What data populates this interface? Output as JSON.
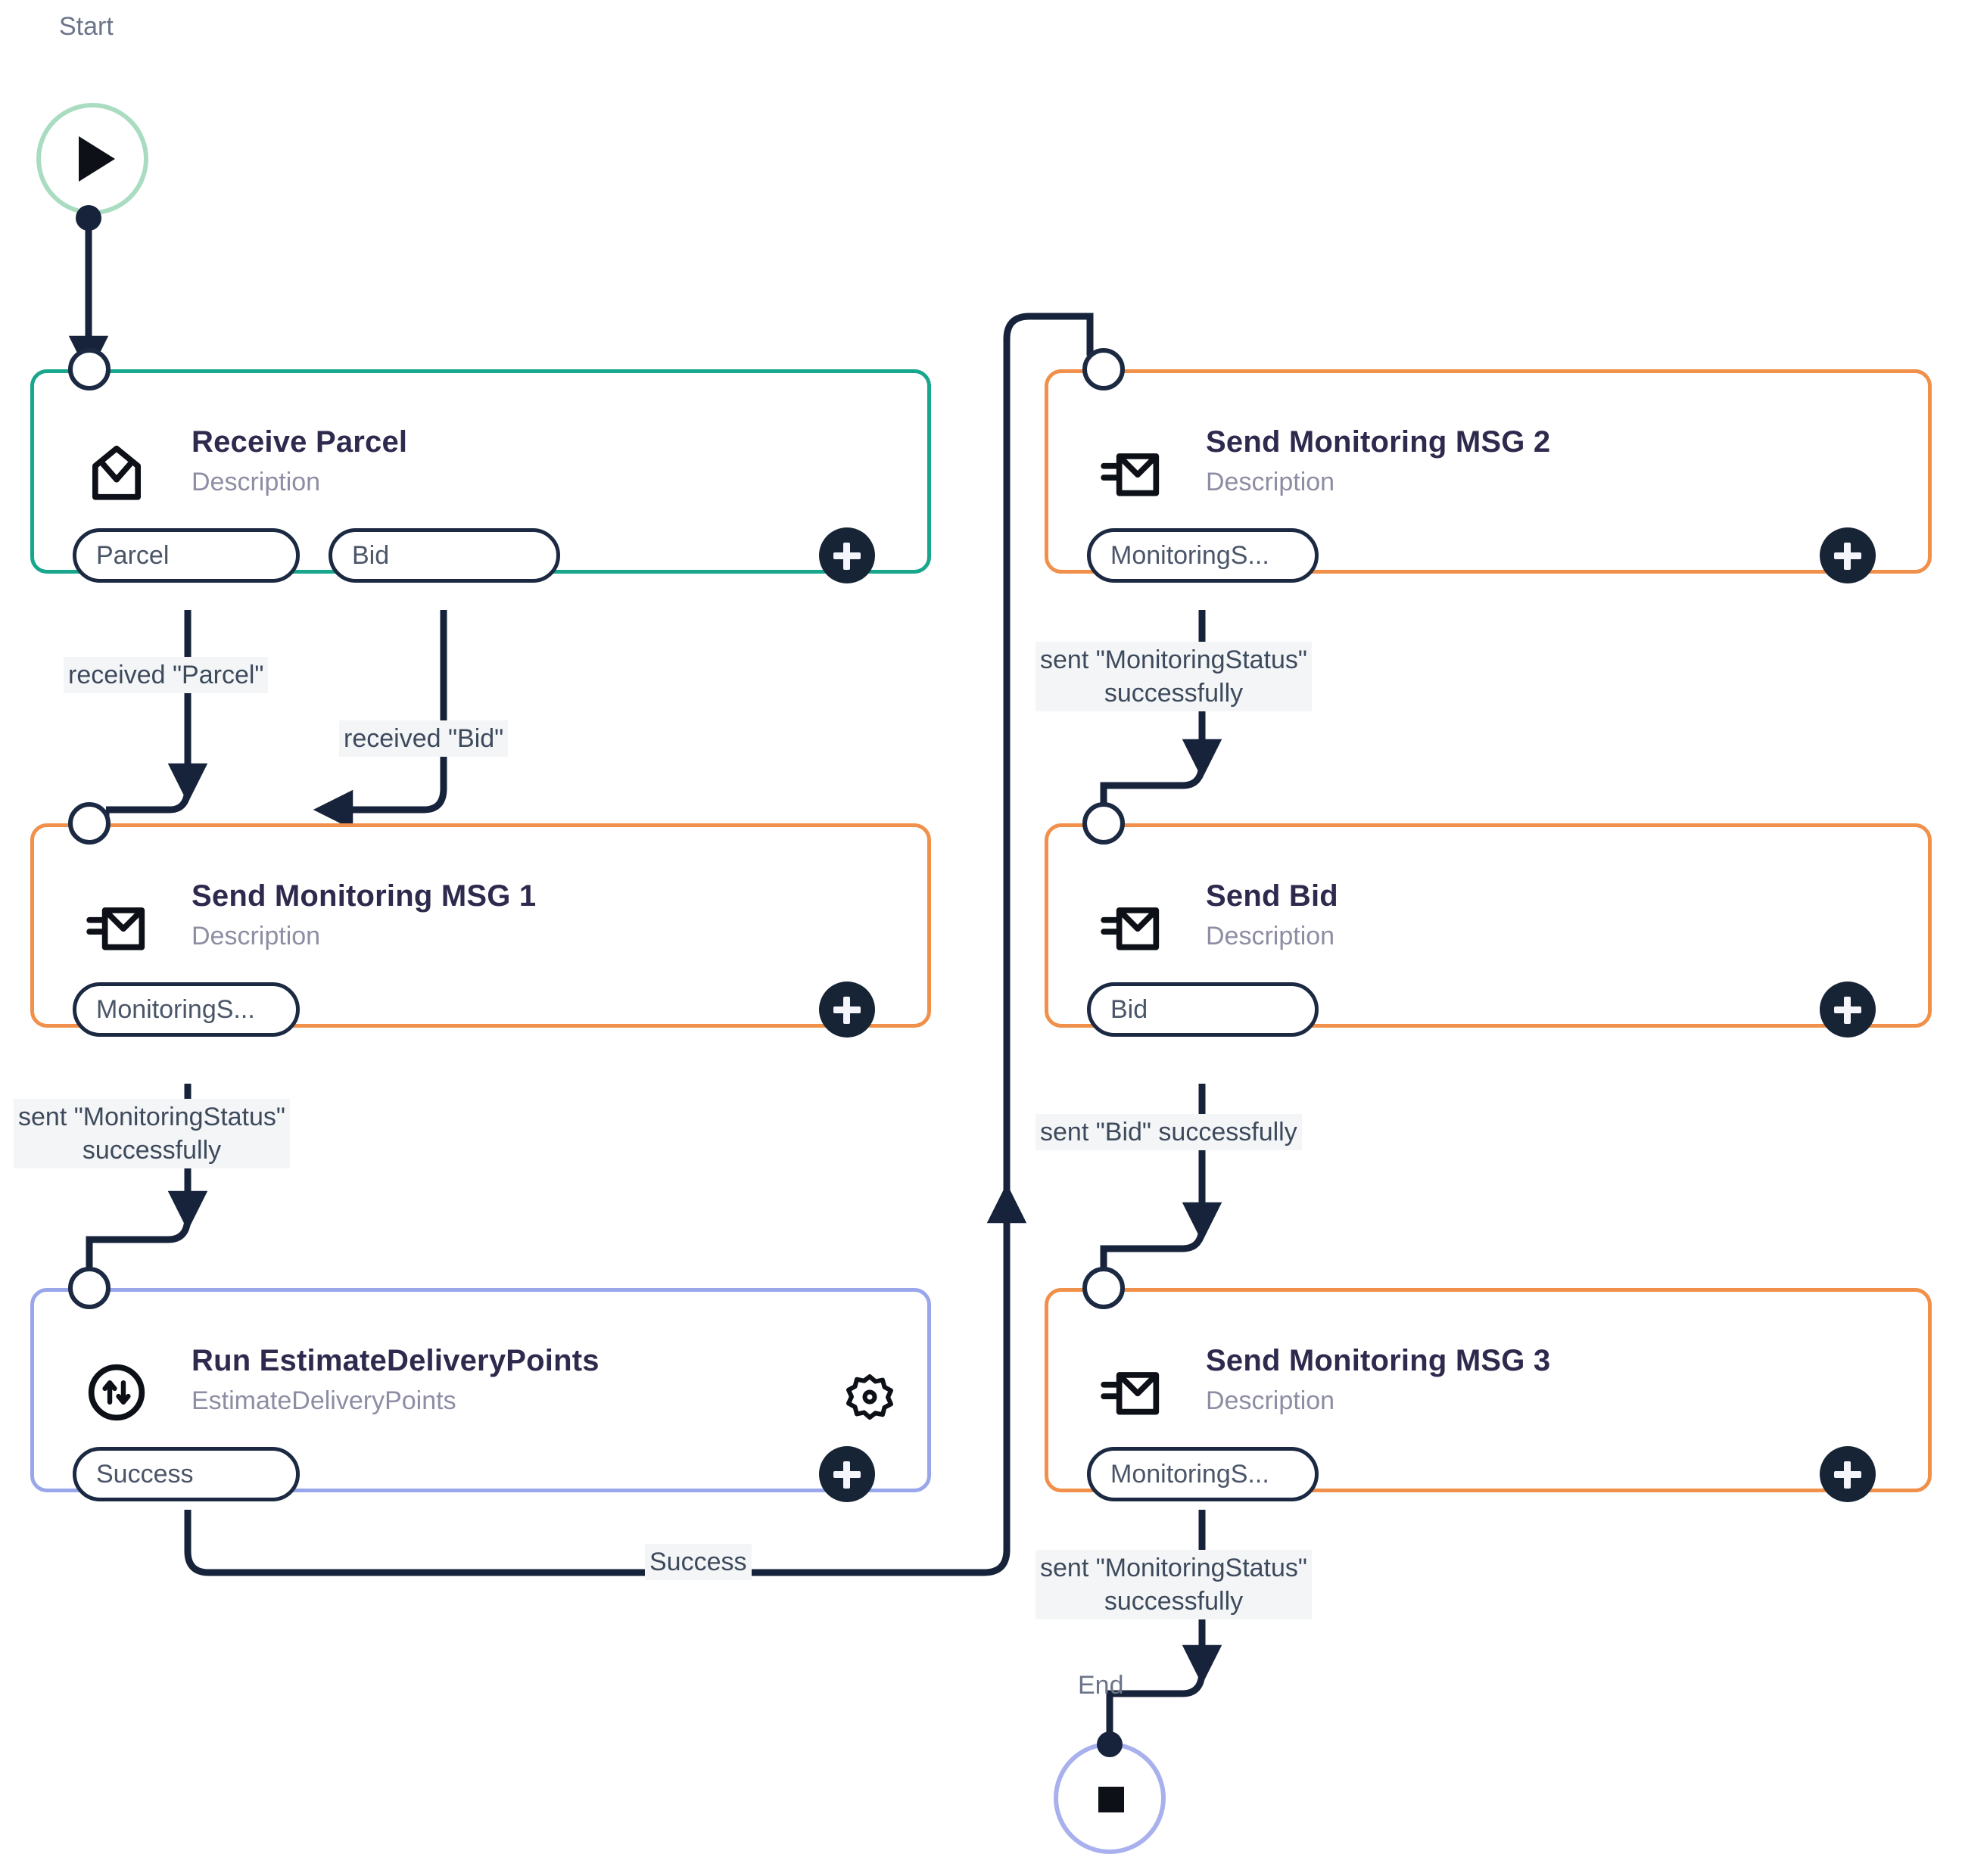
{
  "diagram": {
    "type": "workflow-flowchart",
    "start_label": "Start",
    "end_label": "End",
    "colors": {
      "teal": "#18a68c",
      "orange": "#f0904a",
      "blue": "#9aa6ea",
      "start_ring": "#a9dcc0",
      "end_ring": "#a8b0ee",
      "wire": "#17233a",
      "title": "#2e2a4e",
      "subtitle": "#8d8da4",
      "plus_bg": "#162436"
    },
    "nodes": [
      {
        "id": "receive-parcel",
        "title": "Receive Parcel",
        "subtitle": "Description",
        "accent": "teal",
        "icon": "envelope-open-icon",
        "ports": [
          "Parcel",
          "Bid"
        ],
        "has_gear": false,
        "add_label": "+"
      },
      {
        "id": "send-monitoring-msg-1",
        "title": "Send Monitoring MSG 1",
        "subtitle": "Description",
        "accent": "orange",
        "icon": "send-mail-icon",
        "ports": [
          "MonitoringS..."
        ],
        "has_gear": false,
        "add_label": "+"
      },
      {
        "id": "run-estimatedeliverypoints",
        "title": "Run EstimateDeliveryPoints",
        "subtitle": "EstimateDeliveryPoints",
        "accent": "blue",
        "icon": "updown-arrows-circle-icon",
        "ports": [
          "Success"
        ],
        "has_gear": true,
        "add_label": "+"
      },
      {
        "id": "send-monitoring-msg-2",
        "title": "Send Monitoring MSG 2",
        "subtitle": "Description",
        "accent": "orange",
        "icon": "send-mail-icon",
        "ports": [
          "MonitoringS..."
        ],
        "has_gear": false,
        "add_label": "+"
      },
      {
        "id": "send-bid",
        "title": "Send Bid",
        "subtitle": "Description",
        "accent": "orange",
        "icon": "send-mail-icon",
        "ports": [
          "Bid"
        ],
        "has_gear": false,
        "add_label": "+"
      },
      {
        "id": "send-monitoring-msg-3",
        "title": "Send Monitoring MSG 3",
        "subtitle": "Description",
        "accent": "orange",
        "icon": "send-mail-icon",
        "ports": [
          "MonitoringS..."
        ],
        "has_gear": false,
        "add_label": "+"
      }
    ],
    "edges": [
      {
        "id": "e-parcel",
        "from": "receive-parcel.Parcel",
        "to": "send-monitoring-msg-1",
        "label": "received \"Parcel\""
      },
      {
        "id": "e-bid",
        "from": "receive-parcel.Bid",
        "to": "send-monitoring-msg-1",
        "label": "received \"Bid\""
      },
      {
        "id": "e-msg1",
        "from": "send-monitoring-msg-1.MonitoringS...",
        "to": "run-estimatedeliverypoints",
        "label": "sent \"MonitoringStatus\"\nsuccessfully"
      },
      {
        "id": "e-success",
        "from": "run-estimatedeliverypoints.Success",
        "to": "send-monitoring-msg-2",
        "label": "Success"
      },
      {
        "id": "e-msg2",
        "from": "send-monitoring-msg-2.MonitoringS...",
        "to": "send-bid",
        "label": "sent \"MonitoringStatus\"\nsuccessfully"
      },
      {
        "id": "e-sendbid",
        "from": "send-bid.Bid",
        "to": "send-monitoring-msg-3",
        "label": "sent \"Bid\" successfully"
      },
      {
        "id": "e-msg3",
        "from": "send-monitoring-msg-3.MonitoringS...",
        "to": "end",
        "label": "sent \"MonitoringStatus\"\nsuccessfully"
      }
    ]
  }
}
